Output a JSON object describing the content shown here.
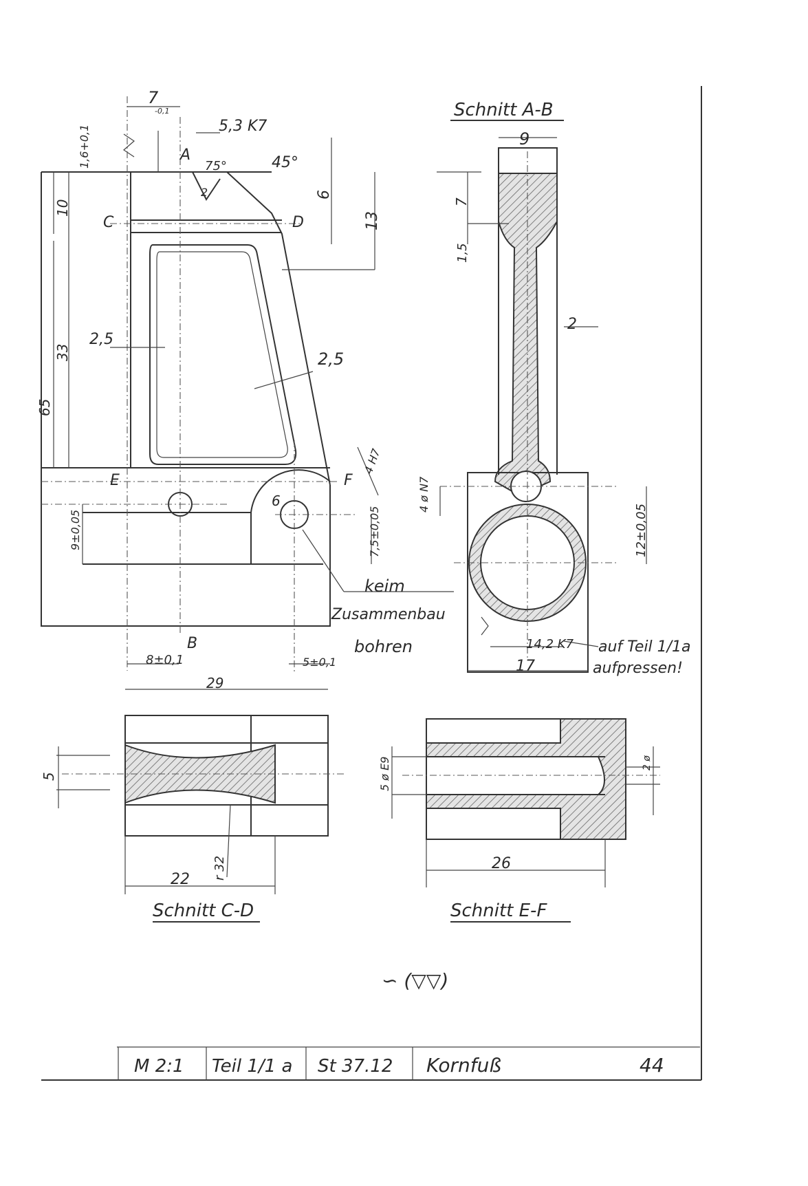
{
  "drawing": {
    "sections": {
      "ab": "Schnitt A-B",
      "cd": "Schnitt C-D",
      "ef": "Schnitt E-F"
    },
    "cut_letters": {
      "a": "A",
      "b": "B",
      "c": "C",
      "d": "D",
      "e": "E",
      "f": "F"
    },
    "dims": {
      "d7_top": "7",
      "d7_tol": "-0,1",
      "d53": "5,3 K7",
      "d16": "1,6+0,1",
      "d75deg": "75°",
      "d45deg": "45°",
      "d2_small": "2",
      "d6": "6",
      "d10": "10",
      "d13": "13",
      "d25_left": "2,5",
      "d25_right": "2,5",
      "d33": "33",
      "d65": "65",
      "d9": "9±0,05",
      "d6r": "6",
      "d4h7": "4 H7",
      "d75": "7,5±0,05",
      "d8": "8±0,1",
      "d5": "5±0,1",
      "ab_9": "9",
      "ab_7": "7",
      "ab_15": "1,5",
      "ab_2": "2",
      "ab_4n7": "4 ø N7",
      "ab_12": "12±0,05",
      "ab_142": "14,2 K7",
      "ab_17": "17",
      "cd_29": "29",
      "cd_5": "5",
      "cd_r32": "r 32",
      "cd_22": "22",
      "ef_5e9": "5 ø E9",
      "ef_2": "2 ø",
      "ef_26": "26"
    },
    "notes": {
      "keim": "keim",
      "zusammenbau": "Zusammenbau",
      "bohren": "bohren",
      "auf_teil": "auf Teil 1/1a",
      "aufpressen": "aufpressen!",
      "surface": "∽ (▽▽)"
    }
  },
  "title_block": {
    "scale": "M 2:1",
    "part": "Teil 1/1 a",
    "material": "St 37.12",
    "name": "Kornfuß",
    "number": "44"
  }
}
